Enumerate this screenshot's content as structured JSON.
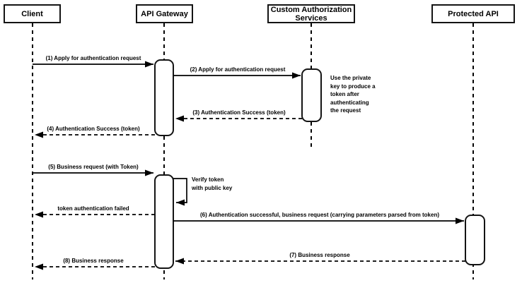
{
  "diagram": {
    "type": "uml-sequence",
    "background_color": "#ffffff",
    "stroke_color": "#000000",
    "shape_fill_color": "#ffffff"
  },
  "actors": [
    {
      "id": "client",
      "label": "Client"
    },
    {
      "id": "api-gateway",
      "label": "API Gateway"
    },
    {
      "id": "custom-authorization-services",
      "label": "Custom Authorization\nServices"
    },
    {
      "id": "protected-api",
      "label": "Protected API"
    }
  ],
  "messages": [
    {
      "label": "(1) Apply for authentication request",
      "from": "Client",
      "to": "API Gateway",
      "line": "solid"
    },
    {
      "label": "(2) Apply for authentication request",
      "from": "API Gateway",
      "to": "Custom Authorization Services",
      "line": "solid"
    },
    {
      "label": "(3) Authentication Success (token)",
      "from": "Custom Authorization Services",
      "to": "API Gateway",
      "line": "dashed"
    },
    {
      "label": "(4) Authentication Success (token)",
      "from": "API Gateway",
      "to": "Client",
      "line": "dashed"
    },
    {
      "label": "(5) Business request (with Token)",
      "from": "Client",
      "to": "API Gateway",
      "line": "solid"
    },
    {
      "label": "token authentication failed",
      "from": "API Gateway",
      "to": "Client",
      "line": "dashed"
    },
    {
      "label": "(6) Authentication successful, business request (carrying parameters parsed from token)",
      "from": "API Gateway",
      "to": "Protected API",
      "line": "solid"
    },
    {
      "label": "(7) Business response",
      "from": "Protected API",
      "to": "API Gateway",
      "line": "dashed"
    },
    {
      "label": "(8) Business response",
      "from": "API Gateway",
      "to": "Client",
      "line": "dashed"
    }
  ],
  "notes": [
    {
      "label": "Use the private\nkey to produce a\ntoken after\nauthenticating\nthe request",
      "attached_to": "Custom Authorization Services"
    },
    {
      "label": "Verify token\nwith public key",
      "attached_to": "API Gateway",
      "kind": "self-message"
    }
  ]
}
